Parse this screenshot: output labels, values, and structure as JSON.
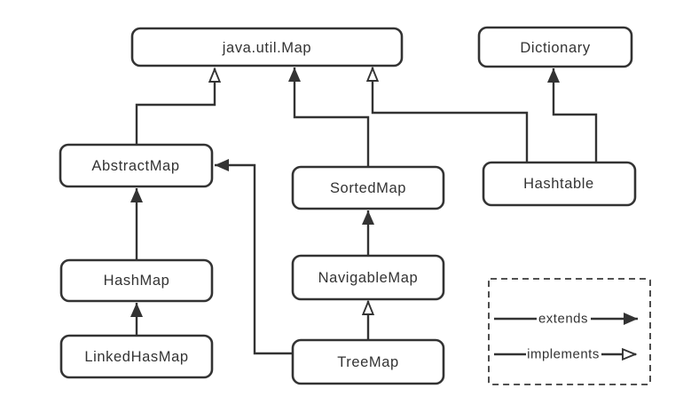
{
  "diagram": {
    "nodes": {
      "map": {
        "label": "java.util.Map"
      },
      "dictionary": {
        "label": "Dictionary"
      },
      "abstract_map": {
        "label": "AbstractMap"
      },
      "sorted_map": {
        "label": "SortedMap"
      },
      "hashtable": {
        "label": "Hashtable"
      },
      "hash_map": {
        "label": "HashMap"
      },
      "navigable_map": {
        "label": "NavigableMap"
      },
      "linked_has_map": {
        "label": "LinkedHasMap"
      },
      "tree_map": {
        "label": "TreeMap"
      }
    },
    "edges": [
      {
        "from": "AbstractMap",
        "to": "java.util.Map",
        "type": "implements"
      },
      {
        "from": "SortedMap",
        "to": "java.util.Map",
        "type": "extends"
      },
      {
        "from": "Hashtable",
        "to": "java.util.Map",
        "type": "implements"
      },
      {
        "from": "Hashtable",
        "to": "Dictionary",
        "type": "extends"
      },
      {
        "from": "HashMap",
        "to": "AbstractMap",
        "type": "extends"
      },
      {
        "from": "LinkedHasMap",
        "to": "HashMap",
        "type": "extends"
      },
      {
        "from": "NavigableMap",
        "to": "SortedMap",
        "type": "extends"
      },
      {
        "from": "TreeMap",
        "to": "NavigableMap",
        "type": "implements"
      },
      {
        "from": "TreeMap",
        "to": "AbstractMap",
        "type": "extends"
      }
    ],
    "legend": {
      "extends_label": "extends",
      "implements_label": "implements"
    },
    "colors": {
      "line": "#333333",
      "box_fill": "#ffffff",
      "background": "#ffffff"
    }
  }
}
